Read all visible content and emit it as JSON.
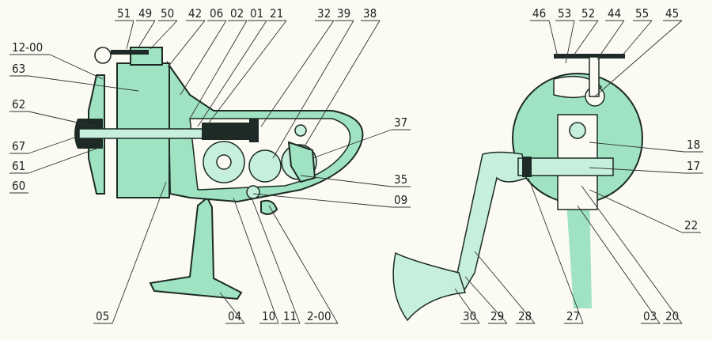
{
  "title": "Fishing reel sectional parts diagram",
  "colors": {
    "body": "#9fe3c2",
    "ink": "#1d2a25",
    "paper": "#fbfaf3"
  },
  "labels": [
    "51",
    "49",
    "50",
    "42",
    "06",
    "02",
    "01",
    "21",
    "32",
    "39",
    "38",
    "12-00",
    "63",
    "62",
    "67",
    "61",
    "60",
    "37",
    "35",
    "09",
    "05",
    "04",
    "10",
    "11",
    "2-00",
    "46",
    "53",
    "52",
    "44",
    "55",
    "45",
    "18",
    "17",
    "22",
    "30",
    "29",
    "28",
    "27",
    "03",
    "20"
  ]
}
